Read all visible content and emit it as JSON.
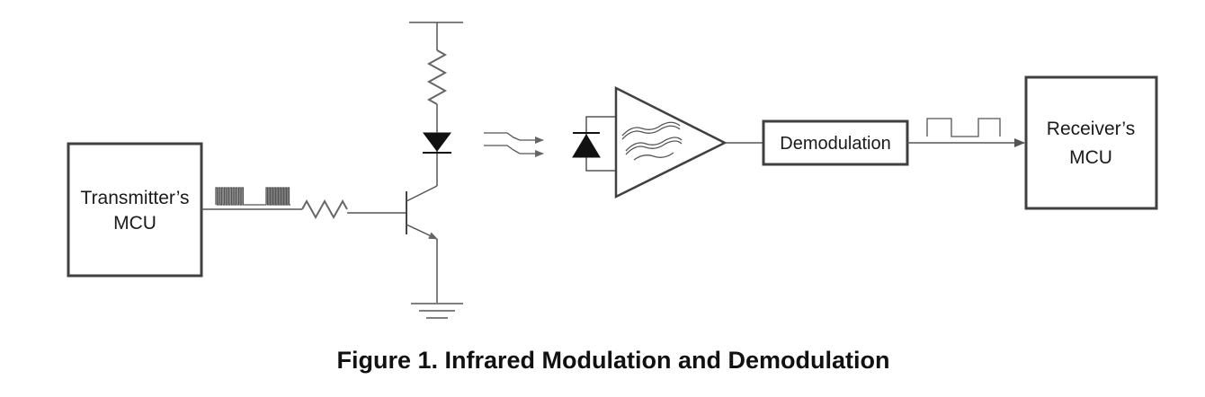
{
  "colors": {
    "stroke": "#404040",
    "wire": "#555555",
    "diode_fill": "#111111",
    "background": "#ffffff"
  },
  "blocks": {
    "transmitter": {
      "line1": "Transmitter’s",
      "line2": "MCU"
    },
    "demodulation": {
      "label": "Demodulation"
    },
    "receiver": {
      "line1": "Receiver’s",
      "line2": "MCU"
    }
  },
  "caption": "Figure 1. Infrared Modulation and Demodulation",
  "icons": [
    "modulated-signal-icon",
    "resistor-icon",
    "npn-transistor-icon",
    "led-icon",
    "ground-icon",
    "ir-light-arrows-icon",
    "photodiode-icon",
    "amplifier-icon",
    "bandpass-filter-icon",
    "square-wave-icon"
  ]
}
